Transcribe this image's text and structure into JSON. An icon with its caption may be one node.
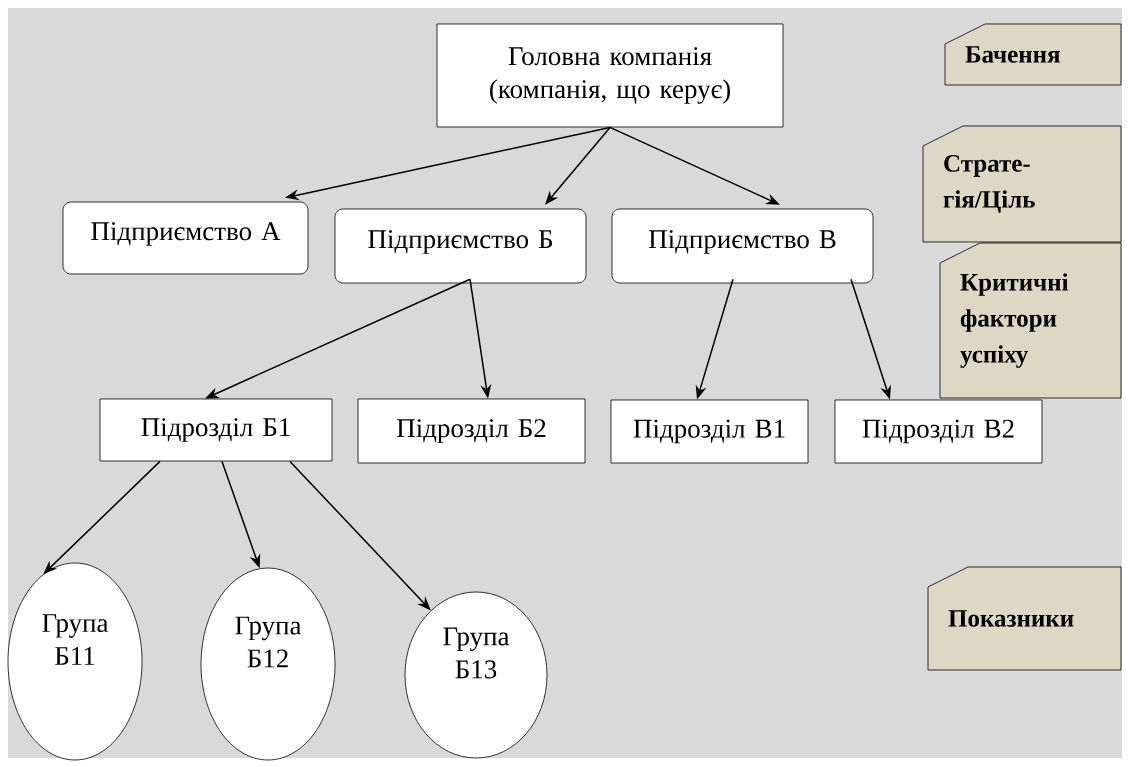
{
  "diagram": {
    "nodes": [
      {
        "text": [
          "Головна компанія (компанія, що керує)"
        ]
      },
      {
        "text": [
          "Підприємство А"
        ]
      },
      {
        "text": [
          "Підприємство Б"
        ]
      },
      {
        "text": [
          "Підприємство В"
        ]
      },
      {
        "text": [
          "Підрозділ Б1"
        ]
      },
      {
        "text": [
          "Підрозділ Б2"
        ]
      },
      {
        "text": [
          "Підрозділ В1"
        ]
      },
      {
        "text": [
          "Підрозділ В2"
        ]
      },
      {
        "text": [
          "Група Б11"
        ]
      },
      {
        "text": [
          "Група Б12"
        ]
      },
      {
        "text": [
          "Група Б13"
        ]
      },
      {
        "text": [
          "Бачення"
        ]
      },
      {
        "text": [
          "Страте- гія/Ціль"
        ]
      },
      {
        "text": [
          "Критичні фактори успіху"
        ]
      },
      {
        "text": [
          "Показники"
        ]
      }
    ],
    "edges": [
      {
        "from": 0,
        "to": 1,
        "arrow": "to"
      },
      {
        "from": 0,
        "to": 2,
        "arrow": "to"
      },
      {
        "from": 0,
        "to": 3,
        "arrow": "to"
      },
      {
        "from": 2,
        "to": 4,
        "arrow": "to"
      },
      {
        "from": 2,
        "to": 5,
        "arrow": "to"
      },
      {
        "from": 3,
        "to": 6,
        "arrow": "to"
      },
      {
        "from": 3,
        "to": 7,
        "arrow": "to"
      },
      {
        "from": 4,
        "to": 8,
        "arrow": "to"
      },
      {
        "from": 4,
        "to": 9,
        "arrow": "to"
      },
      {
        "from": 4,
        "to": 10,
        "arrow": "to"
      }
    ]
  }
}
